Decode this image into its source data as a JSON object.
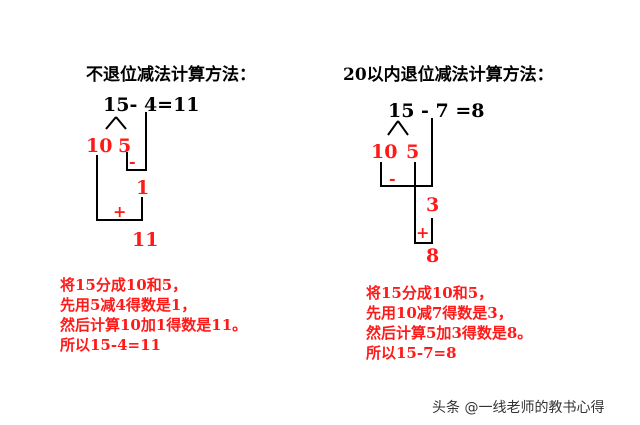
{
  "left": {
    "heading": "不退位减法计算方法：",
    "equation": "15- 4=11",
    "split_tens": "10",
    "split_ones": "5",
    "minus_sign": "-",
    "diff_result": "1",
    "plus_sign": "+",
    "final_result": "11",
    "explanation": [
      "将15分成10和5，",
      "先用5减4得数是1，",
      "然后计算10加1得数是11。",
      "所以15-4=11"
    ]
  },
  "right": {
    "heading": "20以内退位减法计算方法：",
    "equation": "15 - 7 =8",
    "split_tens": "10",
    "split_ones": "5",
    "minus_sign": "-",
    "diff_result": "3",
    "plus_sign": "+",
    "final_result": "8",
    "explanation": [
      "将15分成10和5，",
      "先用10减7得数是3，",
      "然后计算5加3得数是8。",
      "所以15-7=8"
    ]
  },
  "watermark": "头条 @一线老师的教书心得",
  "colors": {
    "red": "#ff1a1a",
    "black": "#000000"
  }
}
